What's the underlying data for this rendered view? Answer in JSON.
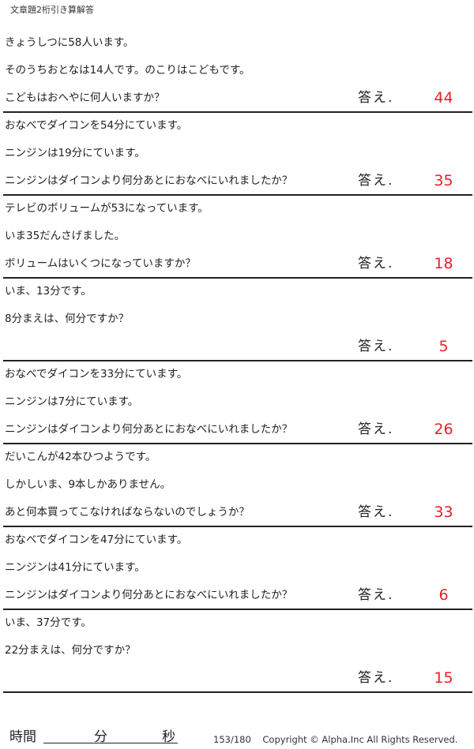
{
  "title": "文章題2桁引き算解答",
  "answer_label": "答え.",
  "problems": [
    {
      "lines": [
        "きょうしつに58人います。",
        "そのうちおとなは14人です。のこりはこどもです。",
        "こどもはおへやに何人いますか？"
      ],
      "answer": "44"
    },
    {
      "lines": [
        "おなべでダイコンを54分にています。",
        "ニンジンは19分にています。",
        "ニンジンはダイコンより何分あとにおなべにいれましたか？"
      ],
      "answer": "35"
    },
    {
      "lines": [
        "テレビのボリュームが53になっています。",
        "いま35だんさげました。",
        "ボリュームはいくつになっていますか？"
      ],
      "answer": "18"
    },
    {
      "lines": [
        "いま、13分です。",
        "8分まえは、何分ですか？",
        ""
      ],
      "answer": "5"
    },
    {
      "lines": [
        "おなべでダイコンを33分にています。",
        "ニンジンは7分にています。",
        "ニンジンはダイコンより何分あとにおなべにいれましたか？"
      ],
      "answer": "26"
    },
    {
      "lines": [
        "だいこんが42本ひつようです。",
        "しかしいま、9本しかありません。",
        "あと何本買ってこなければならないのでしょうか？"
      ],
      "answer": "33"
    },
    {
      "lines": [
        "おなべでダイコンを47分にています。",
        "ニンジンは41分にています。",
        "ニンジンはダイコンより何分あとにおなべにいれましたか？"
      ],
      "answer": "6"
    },
    {
      "lines": [
        "いま、37分です。",
        "22分まえは、何分ですか？",
        ""
      ],
      "answer": "15"
    }
  ],
  "footer": {
    "time_label": "時間",
    "minutes_label": "分",
    "seconds_label": "秒",
    "page": "153/180",
    "copyright": "Copyright ©  Alpha.Inc All Rights Reserved."
  },
  "colors": {
    "answer": "#e8202a",
    "rule": "#222222"
  }
}
